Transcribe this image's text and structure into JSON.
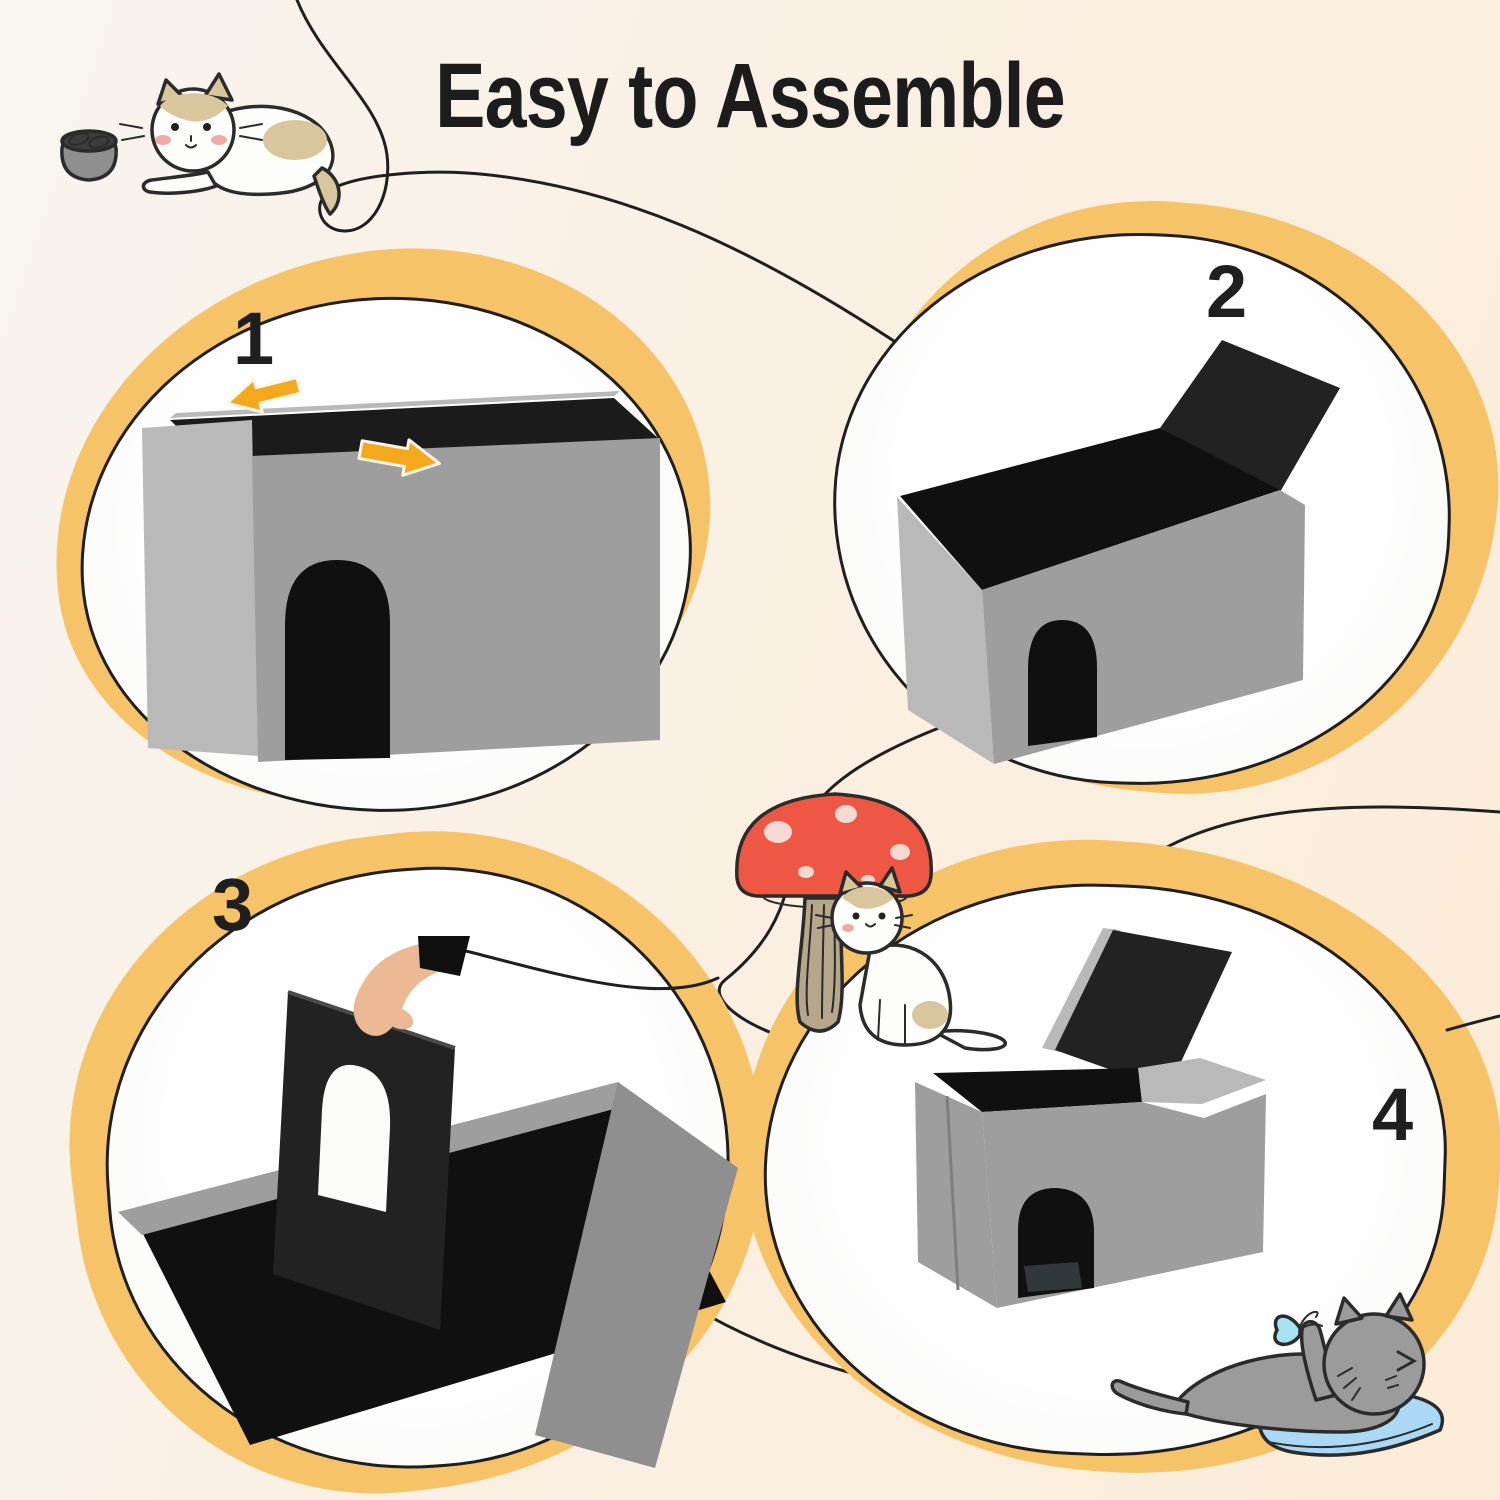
{
  "title": "Easy to Assemble",
  "steps": [
    {
      "number": "1",
      "illustration": "gray-litter-box-unfolding-front-panel-with-slide-arrows"
    },
    {
      "number": "2",
      "illustration": "gray-litter-box-open-top-black-flap-raised"
    },
    {
      "number": "3",
      "illustration": "hand-inserting-black-divider-panel-with-arch-cutout"
    },
    {
      "number": "4",
      "illustration": "assembled-litter-box-enclosure-lid-propped-open"
    }
  ],
  "decorations": {
    "top_left": "cartoon-cat-lying-beside-food-bowl-with-fish",
    "middle": "red-mushroom-with-sitting-cat",
    "bottom_right": "gray-cat-lying-on-blue-pillow-playing-with-butterfly",
    "lines": "thin-black-decorative-squiggle-curves"
  },
  "colors": {
    "accent_yellow": "#F6C368",
    "blob_fill": "#FBFBFA",
    "blob_outline": "#1F1F1F",
    "title_color": "#1C1C1C",
    "arrow_orange": "#F5A81C",
    "box_gray": "#9E9E9E",
    "box_interior_black": "#101010",
    "mushroom_red": "#EE5743",
    "pillow_blue": "#ABD9F5",
    "background_cream": "#FAEFE1"
  }
}
